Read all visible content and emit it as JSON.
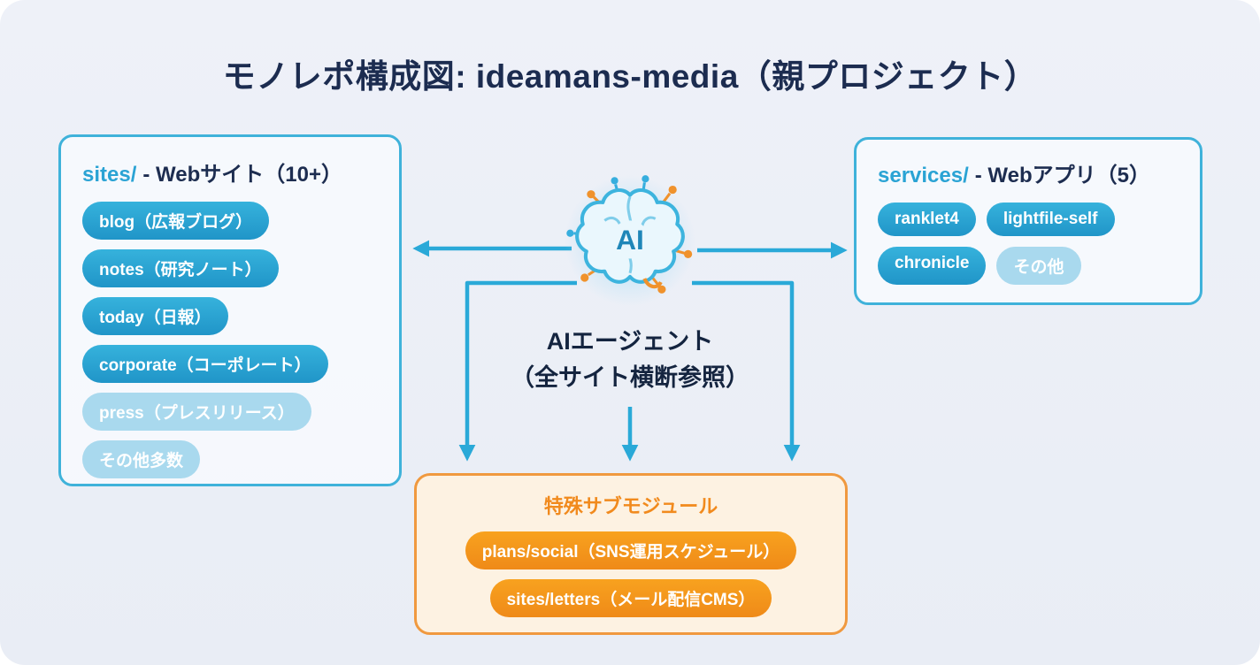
{
  "title": "モノレポ構成図: ideamans-media（親プロジェクト）",
  "sites_panel": {
    "dir": "sites/",
    "heading": "- Webサイト（10+）",
    "pills": [
      "blog（広報ブログ）",
      "notes（研究ノート）",
      "today（日報）",
      "corporate（コーポレート）",
      "press（プレスリリース）",
      "その他多数"
    ]
  },
  "services_panel": {
    "dir": "services/",
    "heading": "- Webアプリ（5）",
    "pills": [
      "ranklet4",
      "lightfile-self",
      "chronicle",
      "その他"
    ]
  },
  "ai_agent": {
    "icon_text": "AI",
    "label_line1": "AIエージェント",
    "label_line2": "（全サイト横断参照）"
  },
  "submodules_panel": {
    "heading": "特殊サブモジュール",
    "pills": [
      "plans/social（SNS運用スケジュール）",
      "sites/letters（メール配信CMS）"
    ]
  },
  "colors": {
    "accent_cyan": "#2aa9d8",
    "accent_orange": "#f18a1d",
    "title_navy": "#1c2c50"
  }
}
